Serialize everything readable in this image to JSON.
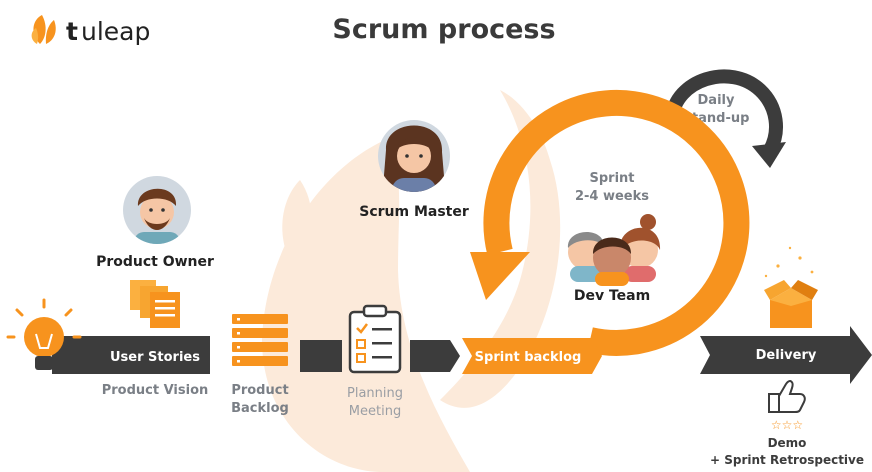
{
  "brand": {
    "logo_letter": "t",
    "logo_rest": "uleap"
  },
  "title": "Scrum process",
  "roles": {
    "product_owner": "Product Owner",
    "scrum_master": "Scrum Master",
    "dev_team": "Dev Team"
  },
  "flow": {
    "user_stories": "User Stories",
    "product_vision": "Product Vision",
    "product_backlog_line1": "Product",
    "product_backlog_line2": "Backlog",
    "planning_line1": "Planning",
    "planning_line2": "Meeting",
    "sprint_backlog": "Sprint backlog",
    "delivery": "Delivery"
  },
  "sprint": {
    "line1": "Sprint",
    "line2": "2-4 weeks"
  },
  "standup": {
    "line1": "Daily",
    "line2": "Stand-up"
  },
  "review": {
    "stars": "☆☆☆",
    "line1": "Demo",
    "line2": "+ Sprint Retrospective"
  },
  "colors": {
    "orange": "#F7931E",
    "dark": "#3C3C3C",
    "grey_text": "#7A7F86",
    "watermark": "#FCEADA"
  },
  "icons": [
    "tuleap-logo-icon",
    "lightbulb-icon",
    "documents-icon",
    "backlog-list-icon",
    "clipboard-checklist-icon",
    "gift-box-icon",
    "thumbs-up-icon",
    "sprint-cycle-arrow-icon",
    "standup-arrow-icon"
  ]
}
